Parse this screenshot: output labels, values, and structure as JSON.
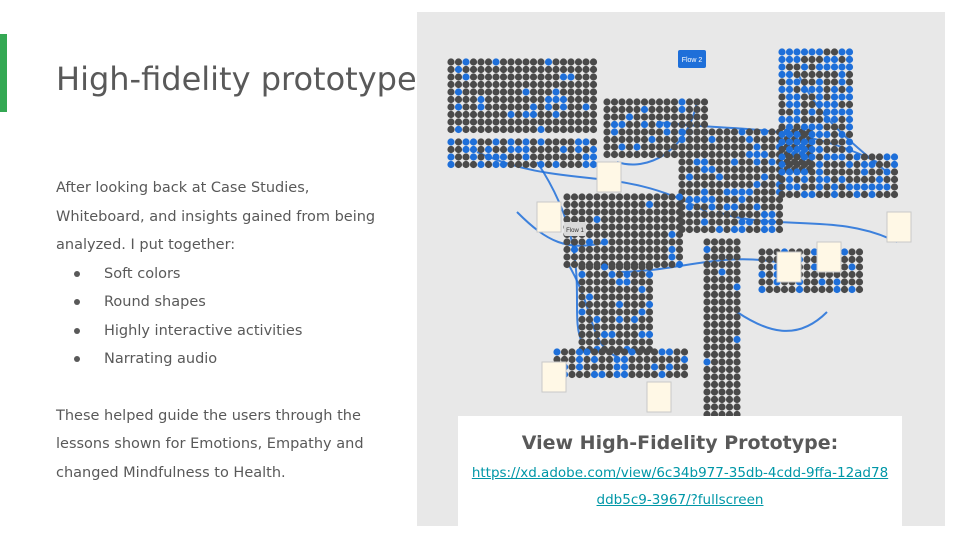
{
  "slide": {
    "title": "High-fidelity prototype",
    "intro": "After looking back at Case Studies, Whiteboard, and insights gained from being analyzed. I put together:",
    "bullets": [
      "Soft colors",
      "Round shapes",
      "Highly interactive activities",
      "Narrating audio"
    ],
    "outro": "These helped guide the users through the lessons shown for Emotions, Empathy and changed Mindfulness to Health."
  },
  "prototype": {
    "flow_labels": [
      "Flow 2",
      "Flow 1"
    ],
    "link_heading": "View High-Fidelity Prototype:",
    "link_url": "https://xd.adobe.com/view/6c34b977-35db-4cdd-9ffa-12ad78ddb5c9-3967/?fullscreen"
  },
  "colors": {
    "accent_green": "#34a853",
    "text_gray": "#595959",
    "link_teal": "#0097a7",
    "panel_gray": "#e8e8e8",
    "node_dark": "#4a4a4a",
    "wire_blue": "#1e6fd9"
  }
}
